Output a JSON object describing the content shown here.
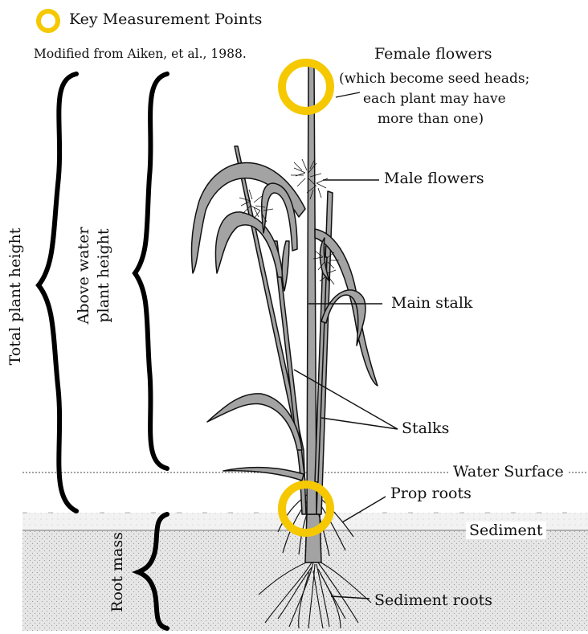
{
  "legend": {
    "label": "Key Measurement Points",
    "marker_color": "#f5c800"
  },
  "source": "Modified from Aiken, et al., 1988.",
  "labels": {
    "female_title": "Female flowers",
    "female_line1": "(which become seed heads;",
    "female_line2": "each plant may have",
    "female_line3": "more than one)",
    "male": "Male flowers",
    "main_stalk": "Main stalk",
    "stalks": "Stalks",
    "water_surface": "Water Surface",
    "prop_roots": "Prop roots",
    "sediment": "Sediment",
    "sediment_roots": "Sediment roots"
  },
  "brackets": {
    "total_height": "Total plant height",
    "above_water_line1": "Above water",
    "above_water_line2": "plant height",
    "root_mass": "Root mass"
  },
  "colors": {
    "leaf_fill": "#a3a3a3",
    "outline": "#111111",
    "sediment": "#dedede",
    "water_band": "#ececec",
    "highlight": "#f5c800"
  }
}
